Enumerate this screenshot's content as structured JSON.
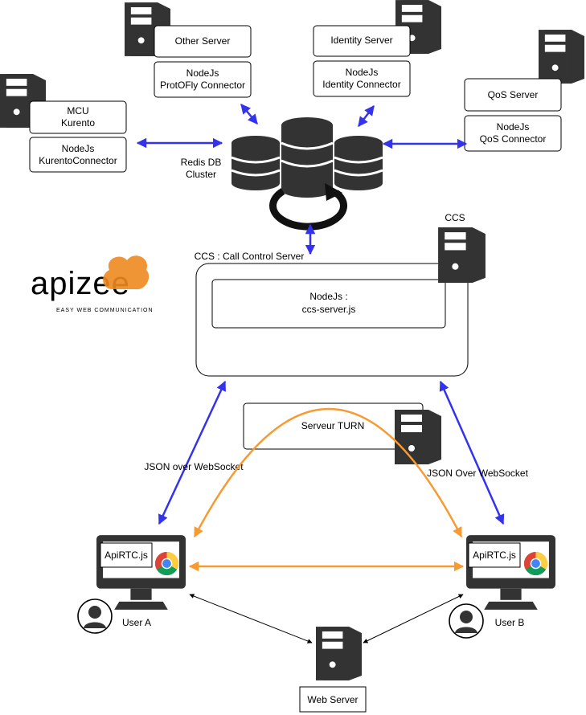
{
  "servers": {
    "other_server": "Other Server",
    "protofly_connector": [
      "NodeJs",
      "ProtOFly Connector"
    ],
    "identity_server": "Identity Server",
    "identity_connector": [
      "NodeJs",
      "Identity Connector"
    ],
    "mcu": [
      "MCU",
      "Kurento"
    ],
    "kurento_connector": [
      "NodeJs",
      "KurentoConnector"
    ],
    "qos_server": "QoS Server",
    "qos_connector": [
      "NodeJs",
      "QoS Connector"
    ],
    "redis": [
      "Redis DB",
      "Cluster"
    ],
    "ccs_label": "CCS",
    "ccs_title": "CCS : Call Control Server",
    "ccs_node": [
      "NodeJs :",
      "ccs-server.js"
    ],
    "turn": "Serveur TURN",
    "web_server": "Web Server"
  },
  "logo": {
    "word": "apizee",
    "tagline": "EASY WEB COMMUNICATION",
    "color": "#ee8a1f"
  },
  "links": {
    "ws_left": "JSON over WebSocket",
    "ws_right": "JSON Over WebSocket"
  },
  "clients": {
    "a_lib": "ApiRTC.js",
    "b_lib": "ApiRTC.js",
    "user_a": "User A",
    "user_b": "User B"
  },
  "colors": {
    "signal": "#3333ee",
    "media": "#f79a32",
    "icon": "#333333"
  }
}
